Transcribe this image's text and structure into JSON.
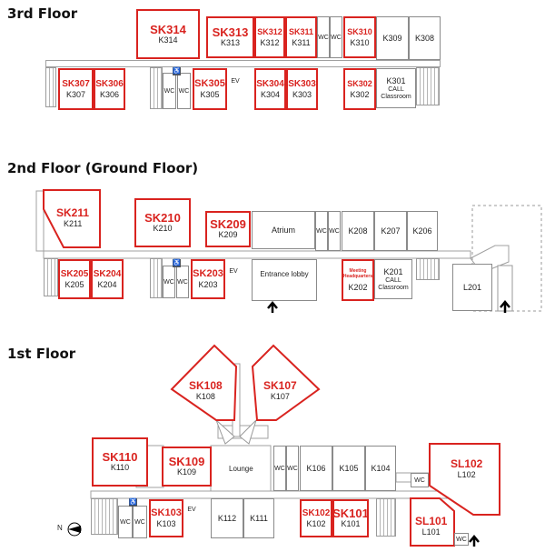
{
  "floors": {
    "third": {
      "title": "3rd Floor"
    },
    "second": {
      "title": "2nd Floor (Ground Floor)"
    },
    "first": {
      "title": "1st Floor"
    }
  },
  "rooms": {
    "sk314": {
      "code": "SK314",
      "label": "K314"
    },
    "sk313": {
      "code": "SK313",
      "label": "K313"
    },
    "sk312": {
      "code": "SK312",
      "label": "K312"
    },
    "sk311": {
      "code": "SK311",
      "label": "K311"
    },
    "sk310": {
      "code": "SK310",
      "label": "K310"
    },
    "k309": {
      "label": "K309"
    },
    "k308": {
      "label": "K308"
    },
    "sk307": {
      "code": "SK307",
      "label": "K307"
    },
    "sk306": {
      "code": "SK306",
      "label": "K306"
    },
    "sk305": {
      "code": "SK305",
      "label": "K305"
    },
    "sk304": {
      "code": "SK304",
      "label": "K304"
    },
    "sk303": {
      "code": "SK303",
      "label": "K303"
    },
    "sk302": {
      "code": "SK302",
      "label": "K302"
    },
    "k301": {
      "label": "K301",
      "sub1": "CALL",
      "sub2": "Classroom"
    },
    "sk211": {
      "code": "SK211",
      "label": "K211"
    },
    "sk210": {
      "code": "SK210",
      "label": "K210"
    },
    "sk209": {
      "code": "SK209",
      "label": "K209"
    },
    "atrium": {
      "label": "Atrium"
    },
    "k208": {
      "label": "K208"
    },
    "k207": {
      "label": "K207"
    },
    "k206": {
      "label": "K206"
    },
    "sk205": {
      "code": "SK205",
      "label": "K205"
    },
    "sk204": {
      "code": "SK204",
      "label": "K204"
    },
    "sk203": {
      "code": "SK203",
      "label": "K203"
    },
    "entrance": {
      "label": "Entrance lobby"
    },
    "k202": {
      "code1": "Meeting",
      "code2": "Headquarters",
      "label": "K202"
    },
    "k201": {
      "label": "K201",
      "sub1": "CALL",
      "sub2": "Classroom"
    },
    "l201": {
      "label": "L201"
    },
    "sk108": {
      "code": "SK108",
      "label": "K108"
    },
    "sk107": {
      "code": "SK107",
      "label": "K107"
    },
    "sk110": {
      "code": "SK110",
      "label": "K110"
    },
    "sk109": {
      "code": "SK109",
      "label": "K109"
    },
    "lounge": {
      "label": "Lounge"
    },
    "k106": {
      "label": "K106"
    },
    "k105": {
      "label": "K105"
    },
    "k104": {
      "label": "K104"
    },
    "sl102": {
      "code": "SL102",
      "label": "L102"
    },
    "sk103": {
      "code": "SK103",
      "label": "K103"
    },
    "k112": {
      "label": "K112"
    },
    "k111": {
      "label": "K111"
    },
    "sk102": {
      "code": "SK102",
      "label": "K102"
    },
    "sk101": {
      "code": "SK101",
      "label": "K101"
    },
    "sl101": {
      "code": "SL101",
      "label": "L101"
    }
  },
  "misc": {
    "wc": "WC",
    "ev": "EV",
    "north": "N"
  },
  "colors": {
    "highlight": "#d9231f",
    "wall": "#8a8a8a",
    "text": "#222222"
  }
}
